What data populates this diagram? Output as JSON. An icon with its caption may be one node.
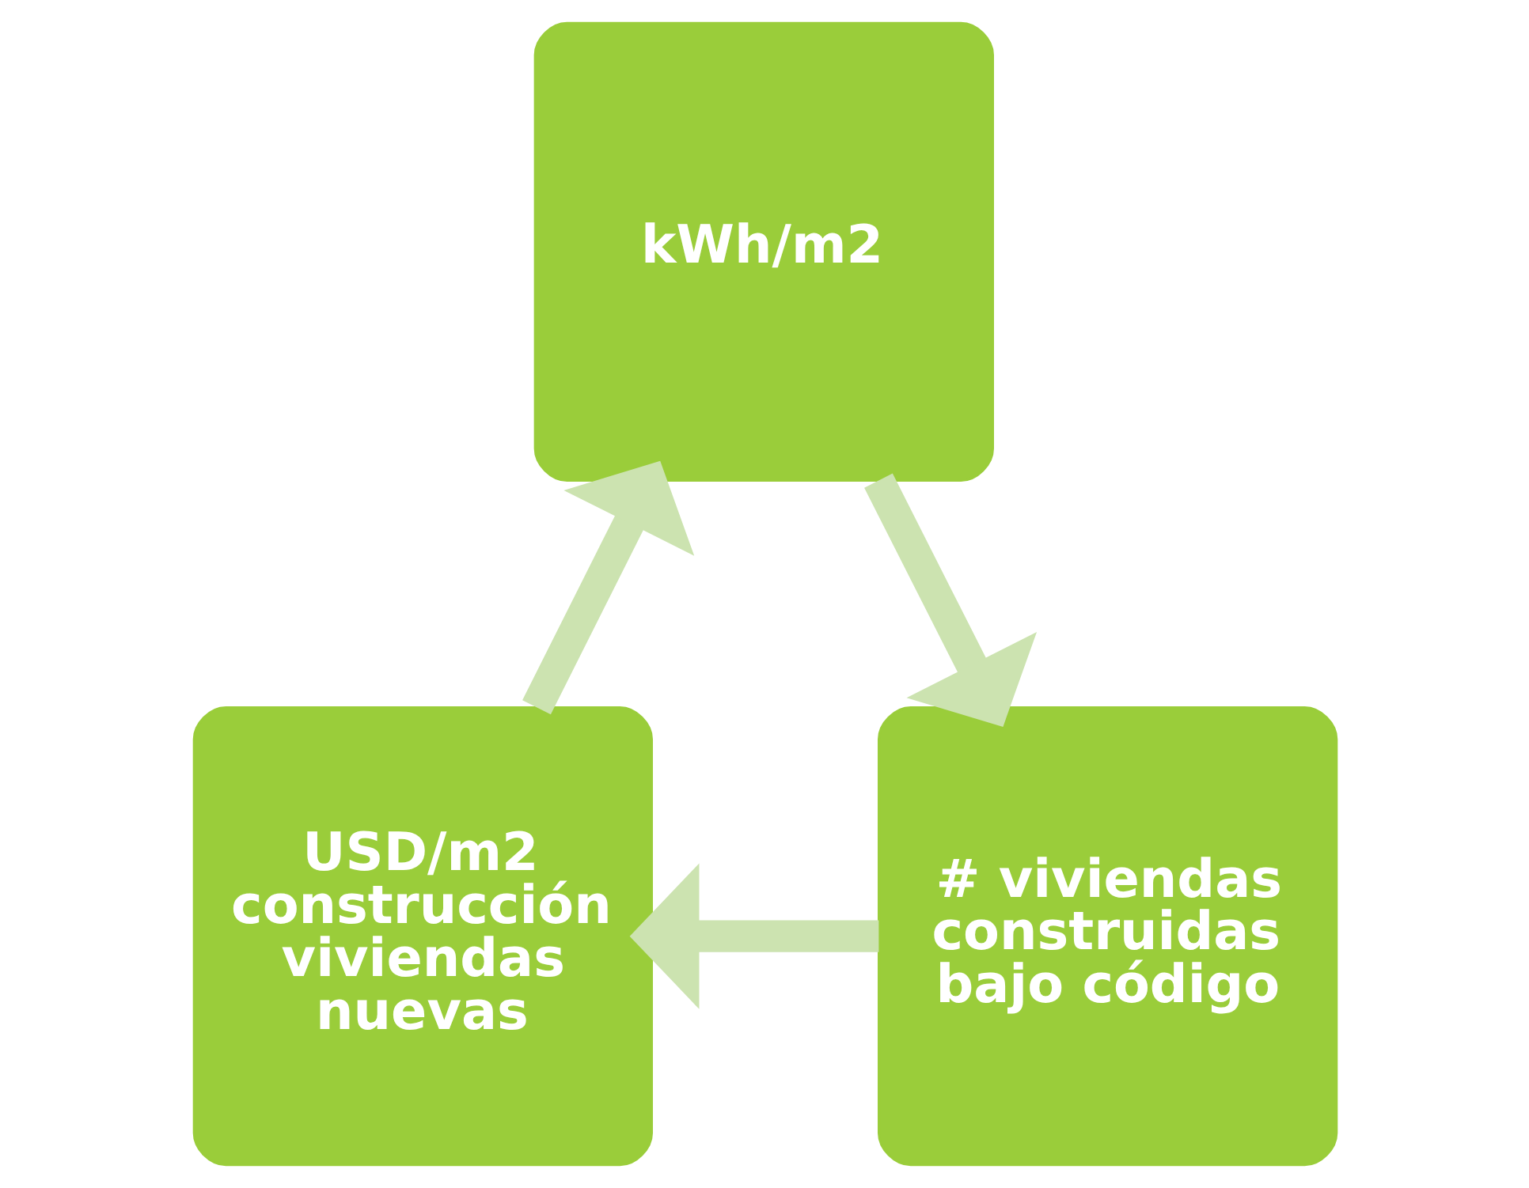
{
  "diagram": {
    "nodes": [
      {
        "text": [
          "kWh/m2"
        ]
      },
      {
        "text": [
          "# viviendas construidas bajo código"
        ]
      },
      {
        "text": [
          "USD/m2 construcción viviendas nuevas"
        ]
      }
    ],
    "edges": [
      {
        "from": 0,
        "to": 1,
        "arrow": "to"
      },
      {
        "from": 1,
        "to": 2,
        "arrow": "to"
      },
      {
        "from": 2,
        "to": 0,
        "arrow": "to"
      }
    ]
  }
}
